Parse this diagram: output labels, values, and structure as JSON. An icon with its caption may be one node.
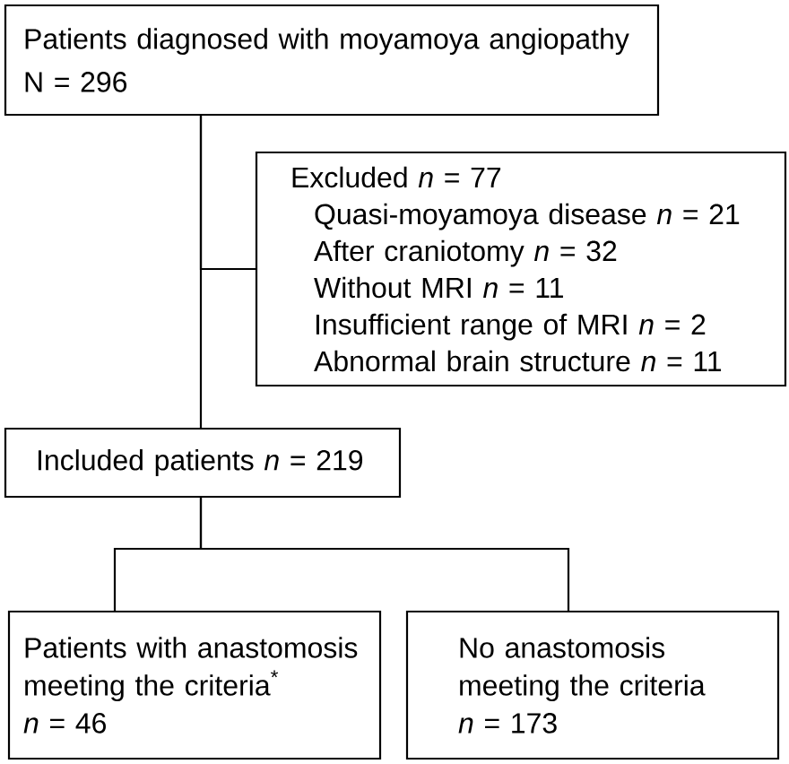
{
  "diagram": {
    "nodes": [
      {
        "text": [
          "Patients diagnosed with moyamoya angiopathy",
          "N = 296"
        ]
      },
      {
        "text": [
          "Excluded *n* = 77",
          "Quasi-moyamoya disease *n* = 21",
          "After craniotomy *n* = 32",
          "Without MRI *n* = 11",
          "Insufficient range of MRI *n* = 2",
          "Abnormal brain structure *n* = 11"
        ]
      },
      {
        "text": [
          "Included patients *n* = 219"
        ]
      },
      {
        "text": [
          "Patients with anastomosis meeting the criteria$^{*}$",
          "*n* = 46"
        ]
      },
      {
        "text": [
          "No anastomosis meeting the criteria",
          "*n* = 173"
        ]
      }
    ],
    "edges": [
      {
        "from": 0,
        "to": 1,
        "arrow": "none"
      },
      {
        "from": 0,
        "to": 2,
        "arrow": "none"
      },
      {
        "from": 2,
        "to": 3,
        "arrow": "none"
      },
      {
        "from": 2,
        "to": 4,
        "arrow": "none"
      }
    ]
  }
}
